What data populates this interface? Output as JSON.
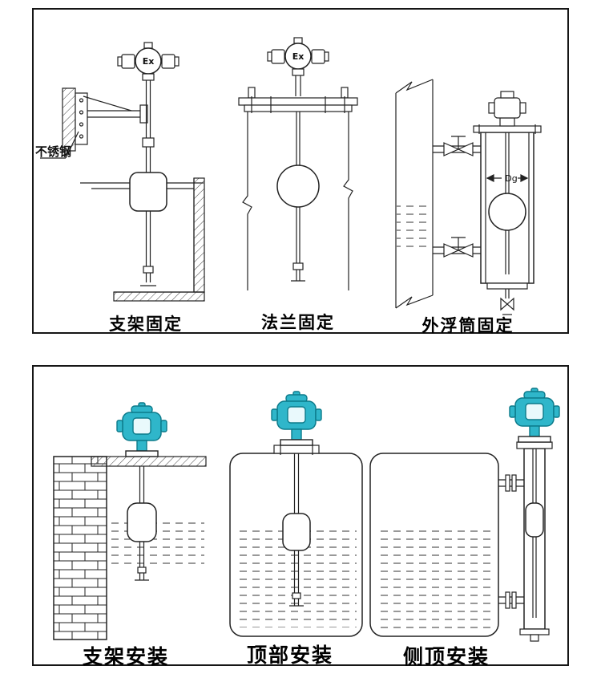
{
  "top_panel": {
    "material_label": "不锈钢",
    "ex_label": "Ex",
    "dg_label": "Dg",
    "captions": [
      {
        "label": "支架固定"
      },
      {
        "label": "法兰固定"
      },
      {
        "label": "外浮筒固定"
      }
    ]
  },
  "bottom_panel": {
    "captions": [
      {
        "label": "支架安装"
      },
      {
        "label": "顶部安装"
      },
      {
        "label": "侧顶安装"
      }
    ]
  },
  "colors": {
    "teal": "#2fb6ca",
    "teal_dark": "#0c7a8a",
    "display": "#e9f9fc",
    "line": "#222222"
  }
}
